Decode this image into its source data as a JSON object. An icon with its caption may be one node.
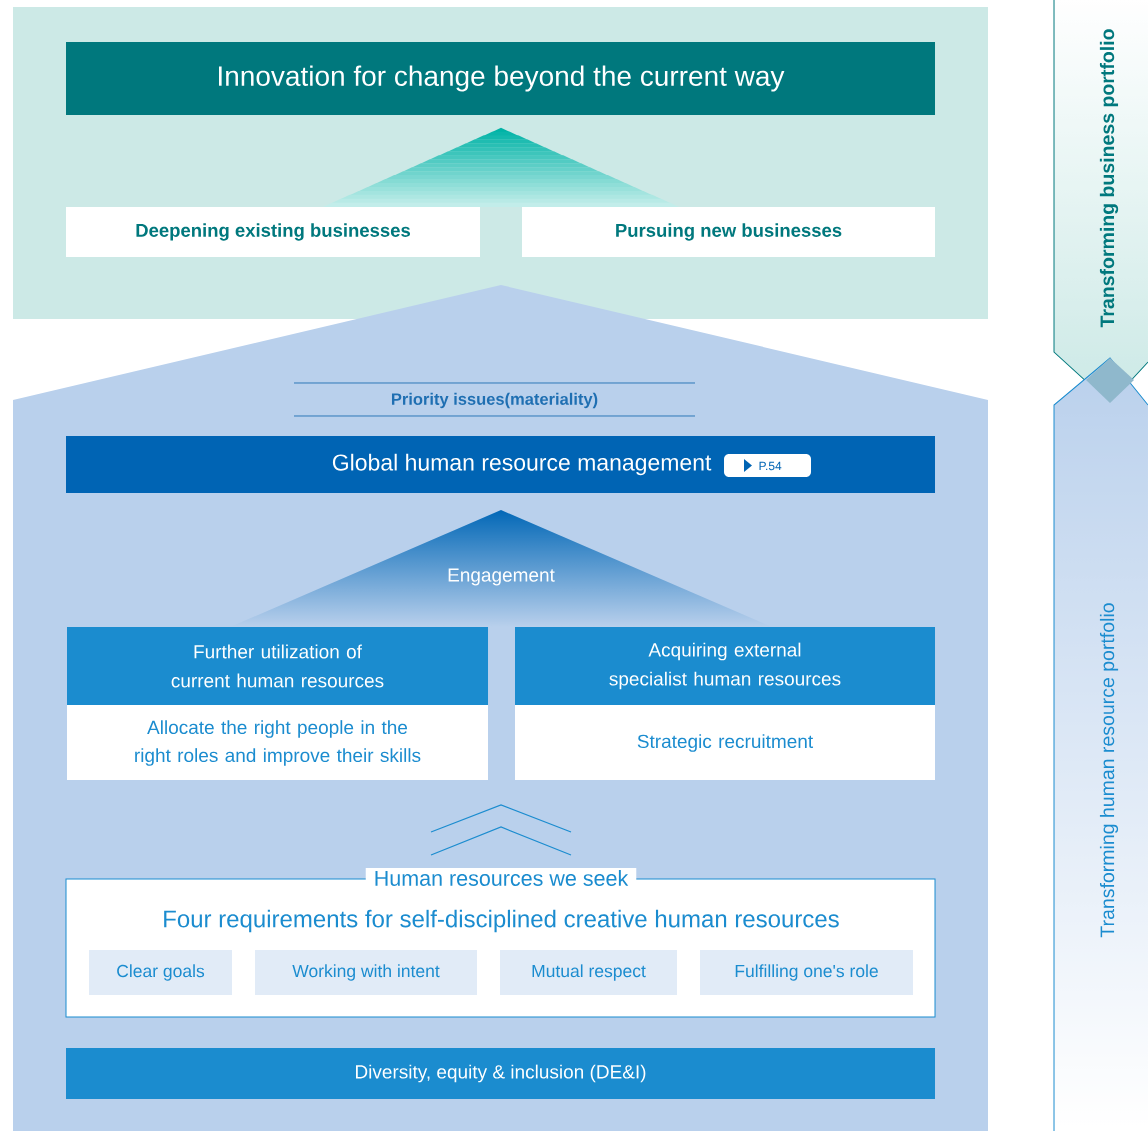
{
  "diagram": {
    "nodes": [
      {
        "text": [
          "Innovation for change beyond the current way"
        ]
      },
      {
        "text": [
          "Deepening existing businesses"
        ]
      },
      {
        "text": [
          "Pursuing new businesses"
        ]
      },
      {
        "text": [
          "Priority issues(materiality)"
        ]
      },
      {
        "text": [
          "Global human resource management",
          "P.54"
        ]
      },
      {
        "text": [
          "Engagement"
        ]
      },
      {
        "text": [
          "Further utilization of current human resources",
          "Allocate the right people in the right roles and improve their skills"
        ]
      },
      {
        "text": [
          "Acquiring external specialist human resources",
          "Strategic recruitment"
        ]
      },
      {
        "text": [
          "Human resources we seek",
          "Four requirements for self-disciplined creative human resources"
        ]
      },
      {
        "text": [
          "Clear goals"
        ],
        "in": 8
      },
      {
        "text": [
          "Working with intent"
        ],
        "in": 8
      },
      {
        "text": [
          "Mutual respect"
        ],
        "in": 8
      },
      {
        "text": [
          "Fulfilling one's role"
        ],
        "in": 8
      },
      {
        "text": [
          "Diversity, equity & inclusion (DE&I)"
        ]
      },
      {
        "text": [
          "Transforming business portfolio"
        ]
      },
      {
        "text": [
          "Transforming human resource portfolio"
        ]
      }
    ]
  }
}
